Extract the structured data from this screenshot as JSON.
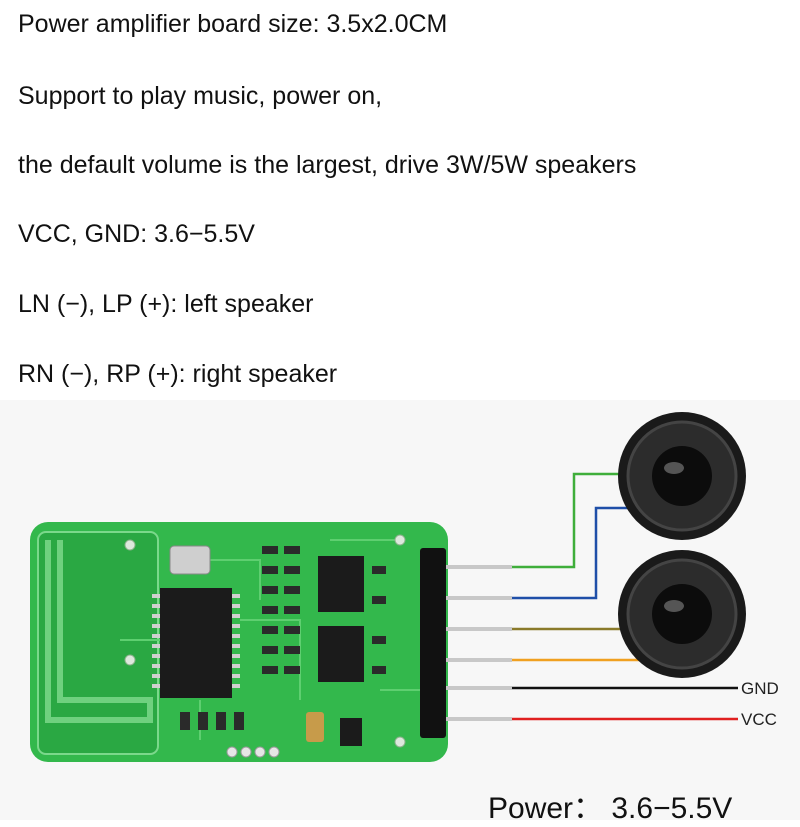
{
  "description_lines": [
    "Power amplifier board size: 3.5x2.0CM",
    "Support to play music, power on,",
    " the default volume is the largest, drive 3W/5W speakers",
    "VCC, GND: 3.6−5.5V",
    "LN (−), LP (+): left speaker",
    "RN (−), RP (+): right speaker"
  ],
  "wire_labels": {
    "gnd": "GND",
    "vcc": "VCC"
  },
  "power_caption": "Power： 3.6−5.5V",
  "colors": {
    "board": "#2fb54a",
    "wire_green": "#3fae3a",
    "wire_blue": "#1f4fa8",
    "wire_olive": "#8a7a2a",
    "wire_orange": "#f0a020",
    "wire_black": "#111111",
    "wire_red": "#e02020"
  }
}
